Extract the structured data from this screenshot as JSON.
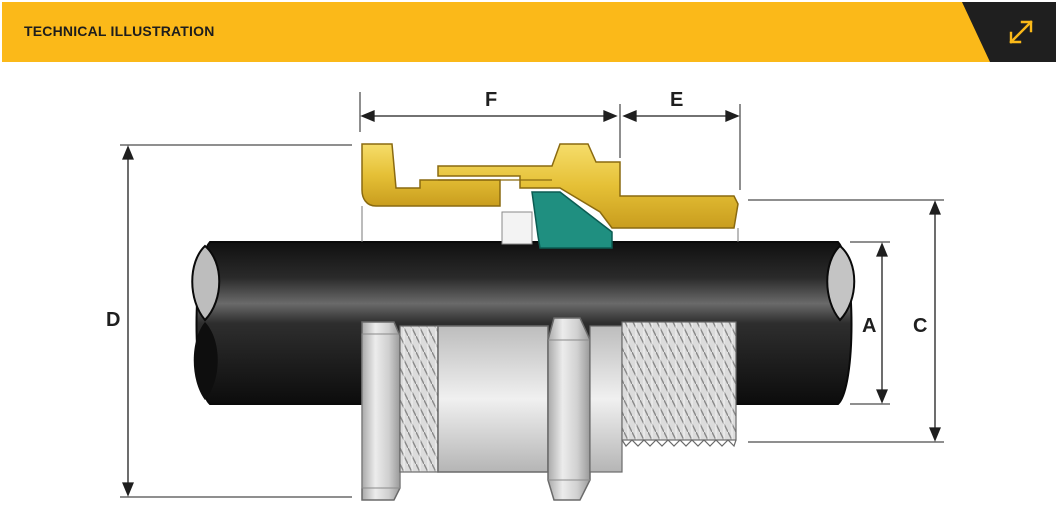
{
  "header": {
    "title": "TECHNICAL ILLUSTRATION",
    "expand_icon": "expand-diagonal-icon",
    "accent_color": "#fbb919",
    "corner_color": "#1f1f1f"
  },
  "diagram": {
    "dimensions": {
      "a": "A",
      "c": "C",
      "d": "D",
      "e": "E",
      "f": "F"
    },
    "colors": {
      "cable": "#141414",
      "brass": "#e8c43a",
      "seal": "#1f8f80",
      "body": "#cfcfcf"
    }
  }
}
